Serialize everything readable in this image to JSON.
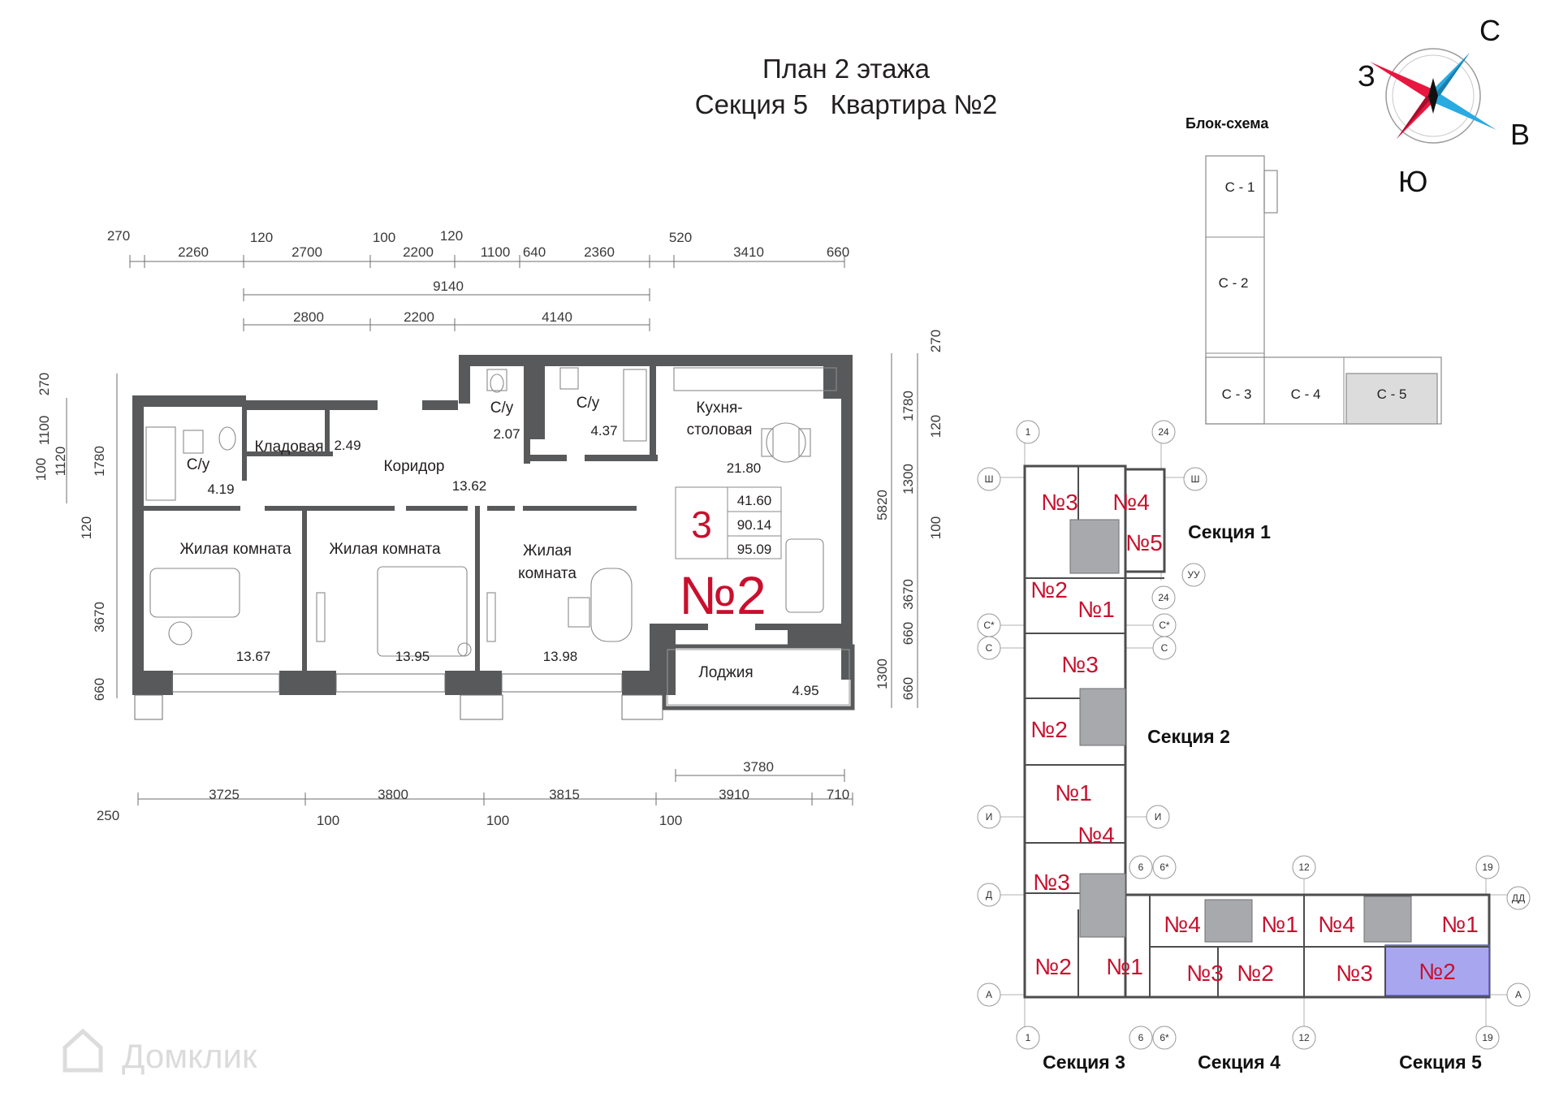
{
  "title": {
    "line1": "План 2 этажа",
    "line2": "Секция 5   Квартира №2"
  },
  "compass": {
    "n": "С",
    "e": "В",
    "s": "Ю",
    "w": "З"
  },
  "block_scheme": {
    "title": "Блок-схема",
    "blocks": [
      "С - 1",
      "С - 2",
      "С - 3",
      "С - 4",
      "С - 5"
    ],
    "highlight": "С - 5"
  },
  "apartment": {
    "label": "№2",
    "rooms_count": "3",
    "areas": [
      "41.60",
      "90.14",
      "95.09"
    ]
  },
  "rooms": [
    {
      "name": "Кладовая",
      "area": "2.49"
    },
    {
      "name": "С/у",
      "area": "4.19"
    },
    {
      "name": "Коридор",
      "area": "13.62"
    },
    {
      "name": "С/у",
      "area": "2.07"
    },
    {
      "name": "С/у",
      "area": "4.37"
    },
    {
      "name": "Кухня-",
      "name2": "столовая",
      "area": "21.80"
    },
    {
      "name": "Жилая комната",
      "area": "13.67"
    },
    {
      "name": "Жилая комната",
      "area": "13.95"
    },
    {
      "name": "Жилая",
      "name2": "комната",
      "area": "13.98"
    },
    {
      "name": "Лоджия",
      "area": "4.95"
    }
  ],
  "dims": {
    "top_row1": [
      "270",
      "2260",
      "120",
      "2700",
      "100",
      "2200",
      "120",
      "1100",
      "640",
      "2360",
      "520",
      "3410",
      "660"
    ],
    "top_overall": "9140",
    "top_row3": [
      "2800",
      "2200",
      "4140"
    ],
    "bottom_row1": [
      "250",
      "3725",
      "3800",
      "3815",
      "3910",
      "710"
    ],
    "bottom_row2": [
      "100",
      "100",
      "100"
    ],
    "bottom_loggia": "3780",
    "left": [
      "270",
      "1100",
      "1780",
      "100",
      "1120",
      "120",
      "3670",
      "660"
    ],
    "right_outer": [
      "270",
      "1780",
      "120",
      "1300",
      "100",
      "3670",
      "660",
      "1300",
      "660"
    ],
    "right_total": "5820"
  },
  "site": {
    "sections": [
      "Секция 1",
      "Секция 2",
      "Секция 3",
      "Секция 4",
      "Секция 5"
    ],
    "apt_labels": {
      "s1": [
        "№3",
        "№4",
        "№5",
        "№2",
        "№1"
      ],
      "s2": [
        "№3",
        "№2",
        "№1",
        "№4"
      ],
      "s3": [
        "№3",
        "№2",
        "№1"
      ],
      "s4": [
        "№4",
        "№1",
        "№3",
        "№2"
      ],
      "s5": [
        "№4",
        "№1",
        "№3",
        "№2"
      ]
    },
    "axes": [
      "1",
      "24",
      "Ш",
      "Ш",
      "УУ",
      "24",
      "С*",
      "С*",
      "С",
      "С",
      "И",
      "И",
      "6",
      "6*",
      "12",
      "19",
      "Д",
      "ДД",
      "А",
      "А",
      "1",
      "6",
      "6*",
      "12",
      "19"
    ],
    "highlight_color": "#a9a6f0"
  },
  "watermark": "Домклик",
  "colors": {
    "accent_red": "#c8102e",
    "wall": "#58595b",
    "compass_blue": "#29abe2",
    "compass_red": "#e8173f"
  }
}
